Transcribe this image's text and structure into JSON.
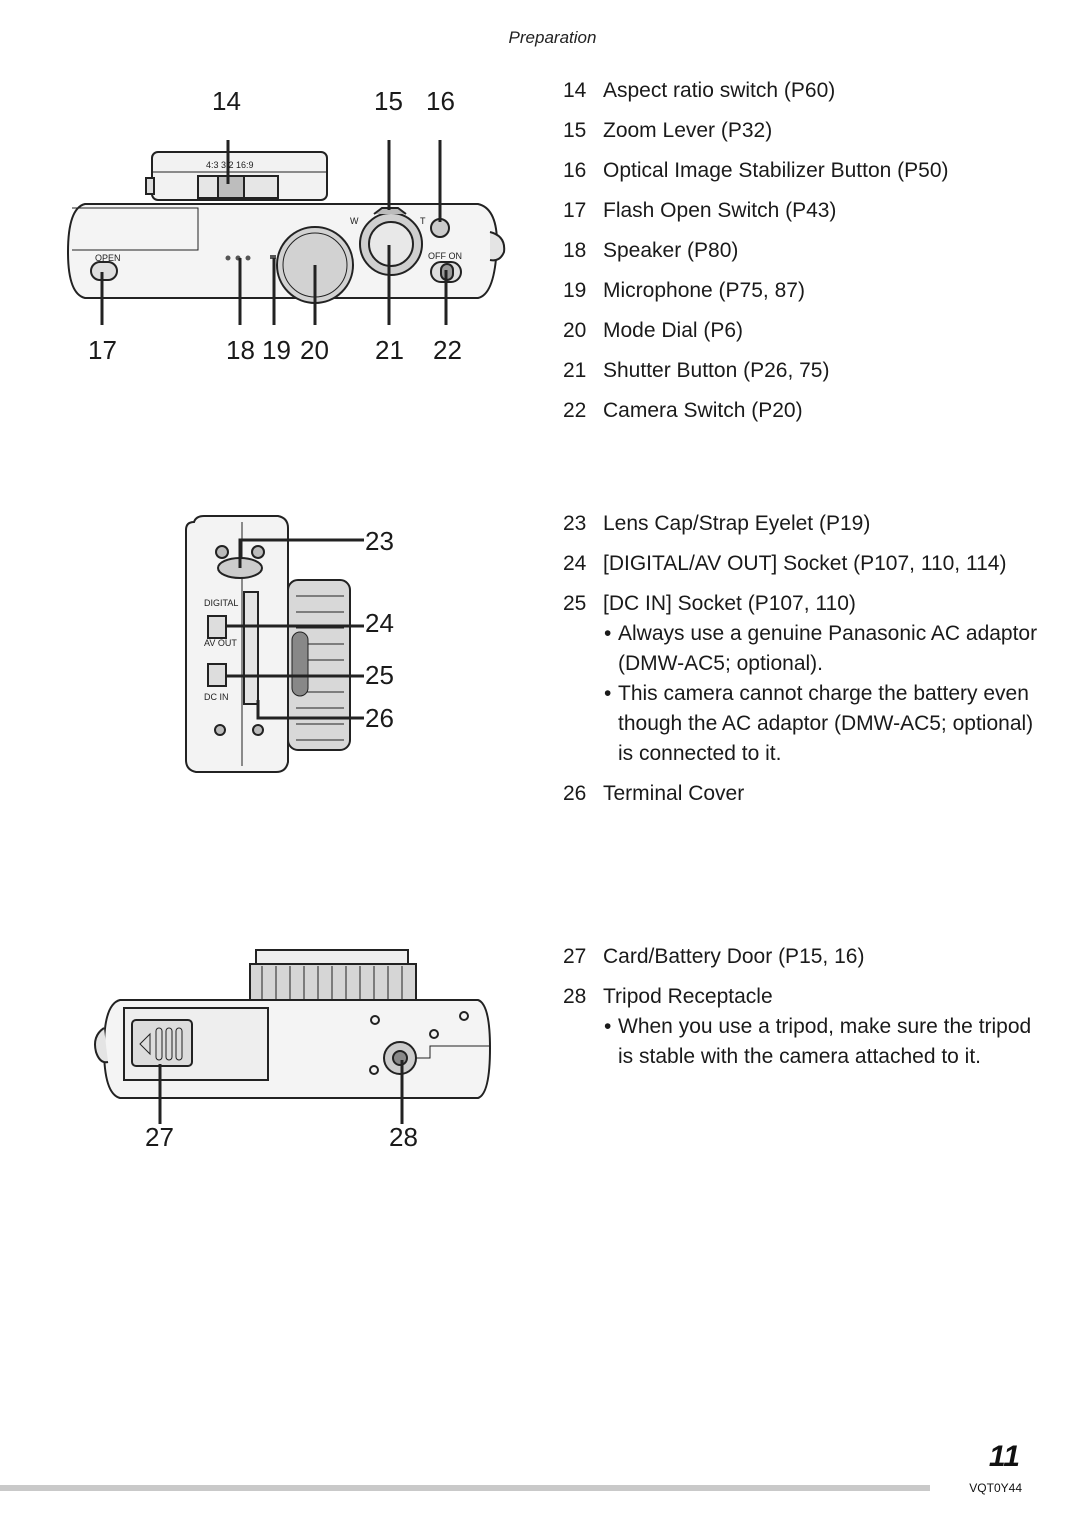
{
  "header": {
    "section": "Preparation"
  },
  "diagram_top": {
    "callouts": [
      "14",
      "15",
      "16",
      "17",
      "18",
      "19",
      "20",
      "21",
      "22"
    ],
    "printed": {
      "aspect": "4:3  3:2  16:9",
      "w": "W",
      "t": "T",
      "open": "OPEN",
      "offon": "OFF  ON"
    }
  },
  "diagram_side": {
    "callouts": [
      "23",
      "24",
      "25",
      "26"
    ],
    "printed": {
      "digital": "DIGITAL",
      "avout": "AV OUT",
      "dcin": "DC  IN"
    }
  },
  "diagram_bottom": {
    "callouts": [
      "27",
      "28"
    ]
  },
  "parts_top": [
    {
      "num": "14",
      "label": "Aspect ratio switch (P60)"
    },
    {
      "num": "15",
      "label": "Zoom Lever (P32)"
    },
    {
      "num": "16",
      "label": "Optical Image Stabilizer Button (P50)"
    },
    {
      "num": "17",
      "label": "Flash Open Switch (P43)"
    },
    {
      "num": "18",
      "label": "Speaker (P80)"
    },
    {
      "num": "19",
      "label": "Microphone (P75, 87)"
    },
    {
      "num": "20",
      "label": "Mode Dial (P6)"
    },
    {
      "num": "21",
      "label": "Shutter Button (P26, 75)"
    },
    {
      "num": "22",
      "label": "Camera Switch (P20)"
    }
  ],
  "parts_side": [
    {
      "num": "23",
      "label": "Lens Cap/Strap Eyelet (P19)"
    },
    {
      "num": "24",
      "label": "[DIGITAL/AV OUT] Socket (P107, 110, 114)"
    },
    {
      "num": "25",
      "label": "[DC IN] Socket (P107, 110)"
    }
  ],
  "notes_25": [
    "Always use a genuine Panasonic AC adaptor (DMW-AC5; optional).",
    "This camera cannot charge the battery even though the AC adaptor (DMW-AC5; optional) is connected to it."
  ],
  "part_26": {
    "num": "26",
    "label": "Terminal Cover"
  },
  "parts_bottom": [
    {
      "num": "27",
      "label": "Card/Battery Door (P15, 16)"
    },
    {
      "num": "28",
      "label": "Tripod Receptacle"
    }
  ],
  "notes_28": [
    "When you use a tripod, make sure the tripod is stable with the camera attached to it."
  ],
  "bullet_glyph": "•",
  "footer": {
    "page_number": "11",
    "doc_code": "VQT0Y44"
  }
}
